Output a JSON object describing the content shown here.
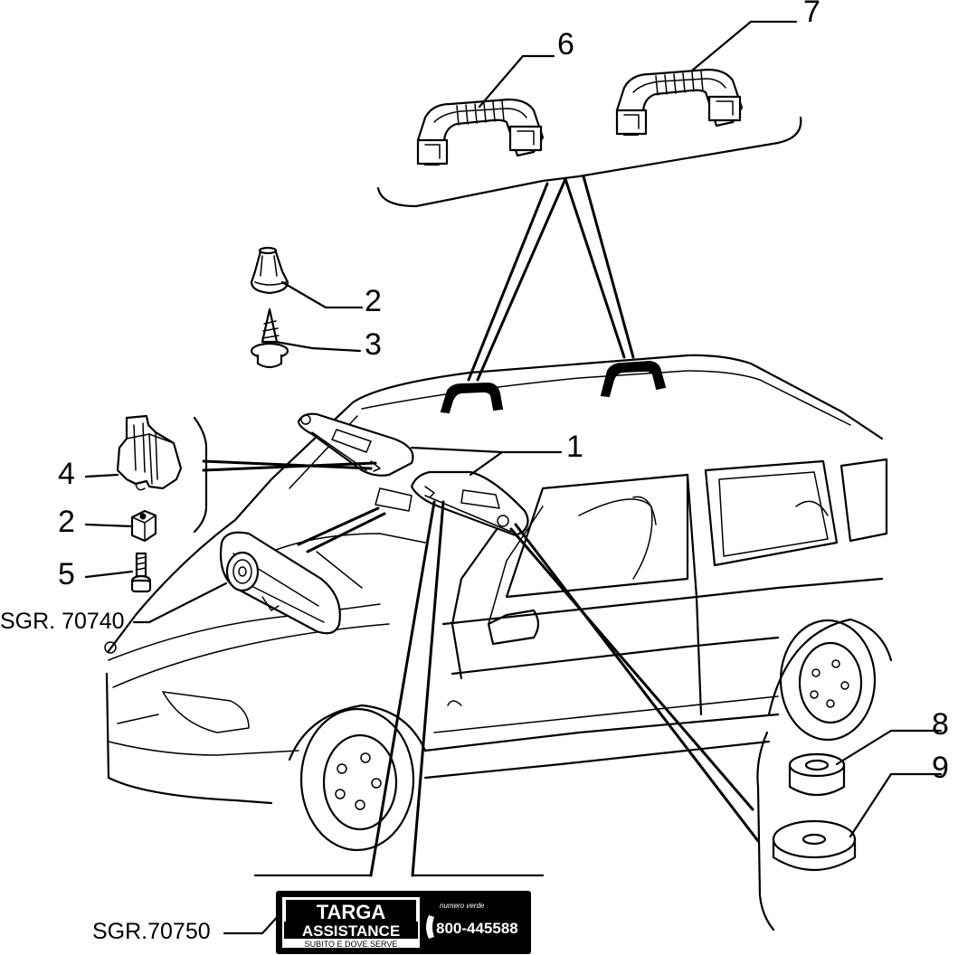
{
  "labels": {
    "n1": "1",
    "n2_top": "2",
    "n3": "3",
    "n4": "4",
    "n2_side": "2",
    "n5": "5",
    "n6": "6",
    "n7": "7",
    "n8": "8",
    "n9": "9"
  },
  "references": {
    "mirror_group": "SGR. 70740",
    "bottom_group": "SGR.70750"
  },
  "logo": {
    "line1": "TARGA",
    "line2": "ASSISTANCE",
    "tagline": "SUBITO E DOVE SERVE",
    "phone_caption": "numero verde",
    "phone": "800-445588"
  },
  "colors": {
    "ink": "#000000",
    "paper": "#ffffff"
  }
}
